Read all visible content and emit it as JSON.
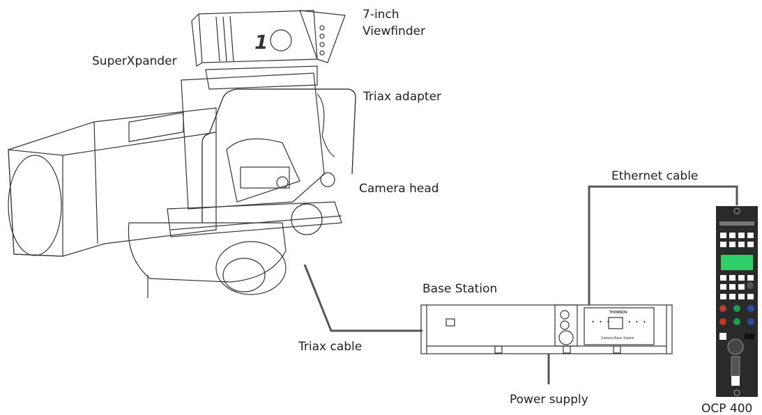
{
  "labels": {
    "viewfinder_line1": "7-inch",
    "viewfinder_line2": "Viewfinder",
    "superxpander": "SuperXpander",
    "triax_adapter": "Triax adapter",
    "camera_head": "Camera head",
    "ethernet_cable": "Ethernet cable",
    "base_station": "Base Station",
    "triax_cable": "Triax cable",
    "power_supply": "Power supply",
    "ocp": "OCP 400"
  },
  "base_station_panel": {
    "brand": "THOMSON",
    "caption": "Camera Base Station"
  },
  "viewfinder_number": "1",
  "colors": {
    "line": "#333333",
    "cable": "#555555",
    "lens_fill": "#e8e8e8",
    "ocp_body": "#2a2a2a",
    "ocp_display": "#2fd06a",
    "knob_red": "#c0392b",
    "knob_green": "#1e9e50",
    "knob_blue": "#2c4aa0"
  }
}
